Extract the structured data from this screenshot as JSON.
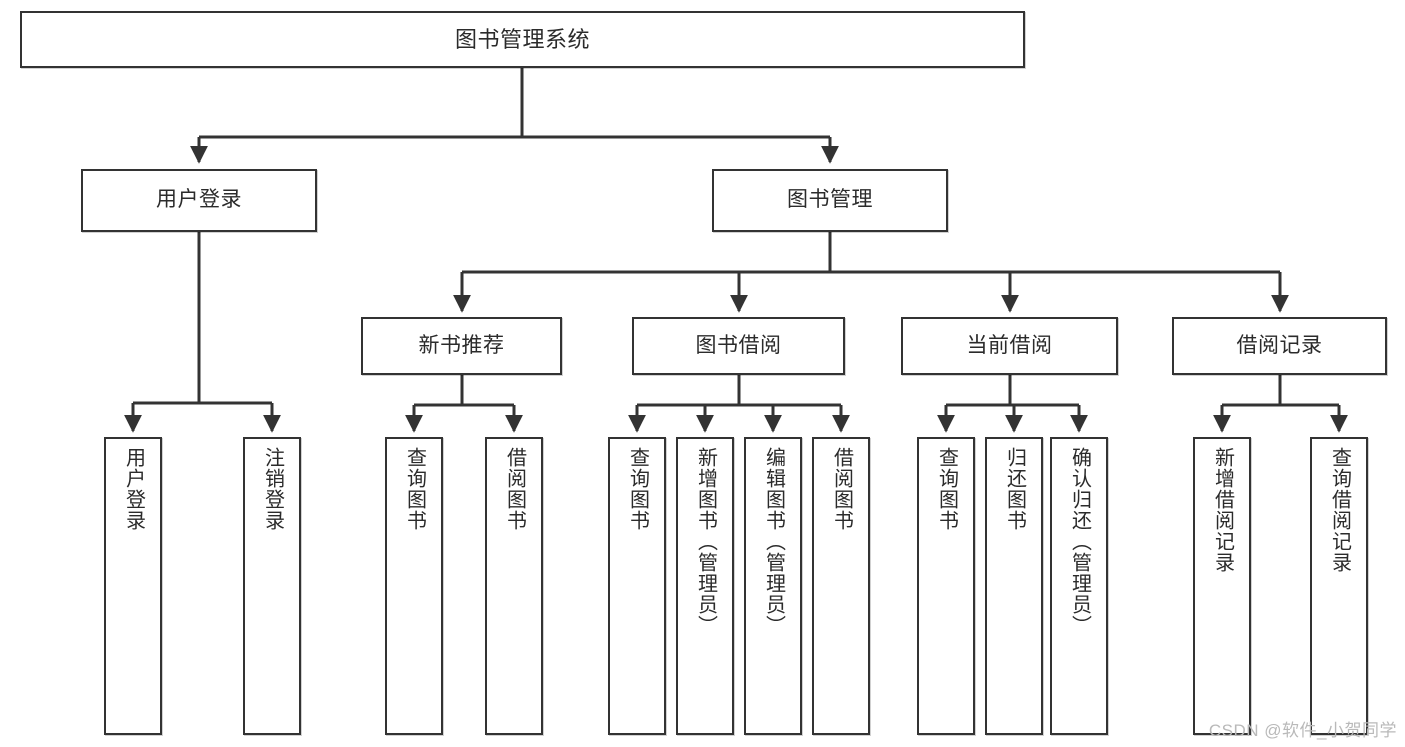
{
  "diagram": {
    "title": "图书管理系统",
    "type": "tree-hierarchy-chart",
    "line_color": "#333333",
    "box_fill": "#ffffff",
    "text_color": "#2b2b2b"
  },
  "root": {
    "label": "图书管理系统"
  },
  "level1": [
    {
      "label": "用户登录"
    },
    {
      "label": "图书管理"
    }
  ],
  "level2": [
    {
      "label": "新书推荐"
    },
    {
      "label": "图书借阅"
    },
    {
      "label": "当前借阅"
    },
    {
      "label": "借阅记录"
    }
  ],
  "leaves": {
    "user_login": [
      {
        "label": "用户登录"
      },
      {
        "label": "注销登录"
      }
    ],
    "new_book": [
      {
        "label": "查询图书"
      },
      {
        "label": "借阅图书"
      }
    ],
    "book_borrow": [
      {
        "label": "查询图书"
      },
      {
        "label": "新增图书（管理员）"
      },
      {
        "label": "编辑图书（管理员）"
      },
      {
        "label": "借阅图书"
      }
    ],
    "current_borrow": [
      {
        "label": "查询图书"
      },
      {
        "label": "归还图书"
      },
      {
        "label": "确认归还（管理员）"
      }
    ],
    "borrow_record": [
      {
        "label": "新增借阅记录"
      },
      {
        "label": "查询借阅记录"
      }
    ]
  },
  "watermark": {
    "text": "CSDN @软件_小贺同学"
  }
}
